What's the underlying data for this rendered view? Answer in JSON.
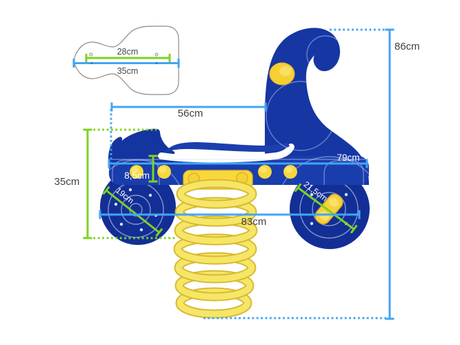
{
  "palette": {
    "dimension_blue": "#42a5f5",
    "dimension_green": "#7ed321",
    "body_blue": "#1638a6",
    "wheel_blue": "#132f96",
    "accent_yellow": "#f8d435",
    "spring_yellow": "#f3e15e",
    "seat_rim_white": "#ffffff",
    "label_dark": "#404040",
    "label_light": "#ffffff"
  },
  "top_view_inset": {
    "inner_width_label": "28cm",
    "outer_width_label": "35cm"
  },
  "dimensions": {
    "seat_length": "56cm",
    "total_height": "86cm",
    "upper_length": "79cm",
    "side_height": "35cm",
    "base_thickness": "8,5cm",
    "front_wheel_diameter": "19cm",
    "rear_wheel_diameter": "21,5cm",
    "lower_length": "83cm"
  }
}
